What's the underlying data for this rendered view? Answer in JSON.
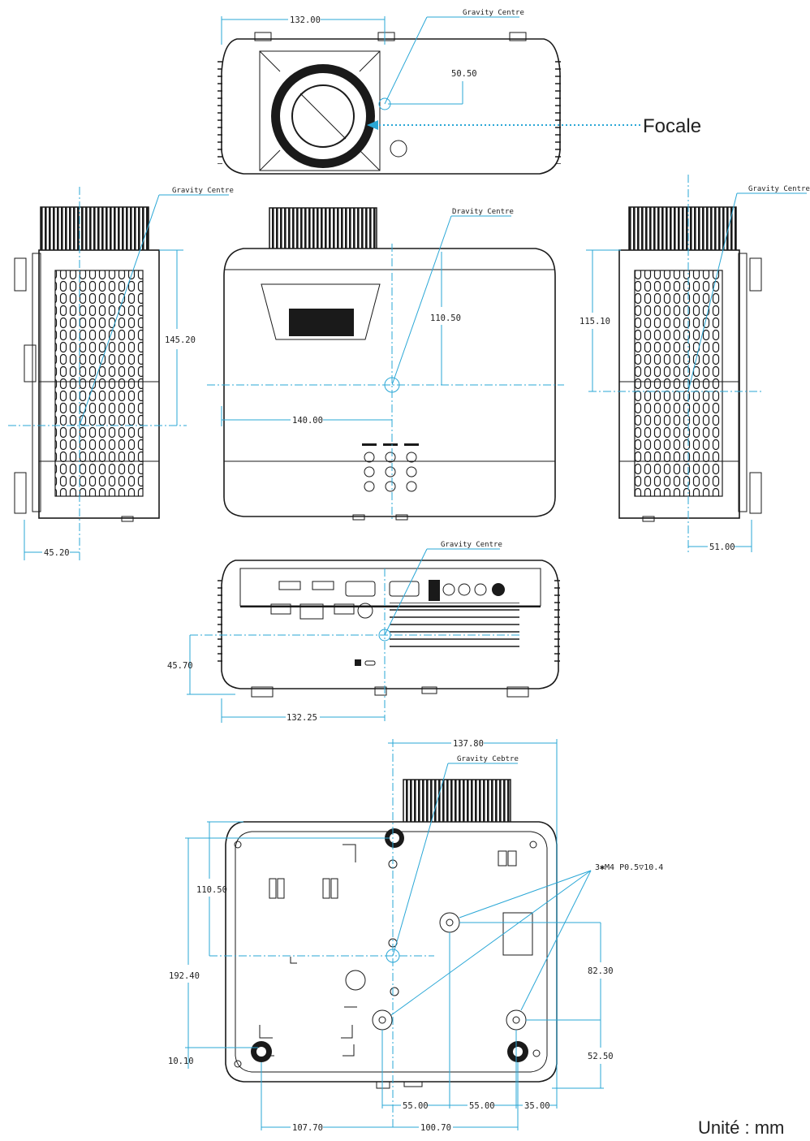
{
  "labels": {
    "gravity_top": "Gravity Centre",
    "gravity_left": "Gravity Centre",
    "gravity_front": "Dravity Centre",
    "gravity_right": "Gravity Centre",
    "gravity_rear": "Gravity Centre",
    "gravity_bottom": "Gravity Cebtre",
    "focale": "Focale",
    "screw_spec": "3✱M4  P0.5▽10.4",
    "unit": "Unité : mm"
  },
  "dimensions": {
    "top_width": "132.00",
    "top_depth": "50.50",
    "left_height": "145.20",
    "left_offset": "45.20",
    "front_height": "110.50",
    "front_width": "140.00",
    "right_height": "115.10",
    "right_offset": "51.00",
    "rear_height": "45.70",
    "rear_width": "132.25",
    "bottom_width": "137.80",
    "bottom_gc_depth": "110.50",
    "bottom_total": "192.40",
    "bottom_hole_y1": "82.30",
    "bottom_hole_y2": "52.50",
    "bottom_foot": "10.10",
    "bottom_x1": "55.00",
    "bottom_x2": "55.00",
    "bottom_x3": "35.00",
    "bottom_x4": "107.70",
    "bottom_x5": "100.70"
  },
  "colors": {
    "dimension_line": "#2aa7d6",
    "outline": "#1a1a1a"
  }
}
